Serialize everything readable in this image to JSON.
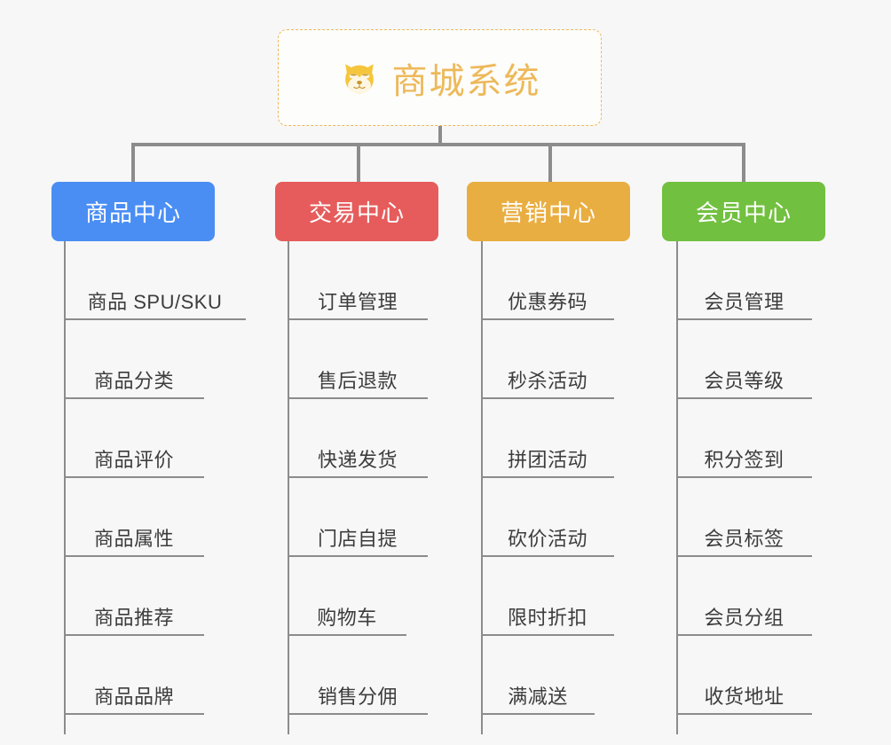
{
  "diagram": {
    "title": "商城系统",
    "root": {
      "label": "商城系统",
      "icon": "shiba-dog-face-icon",
      "border_color": "#edb95a",
      "text_color": "#edb95a",
      "background": "#fdfdfb"
    },
    "background_color": "#f7f7f7",
    "connector_color": "#8c8c8c",
    "leaf_text_color": "#3c3c3c",
    "columns": [
      {
        "id": "product-center",
        "label": "商品中心",
        "color": "#4a8ef4",
        "items": [
          "商品 SPU/SKU",
          "商品分类",
          "商品评价",
          "商品属性",
          "商品推荐",
          "商品品牌"
        ]
      },
      {
        "id": "trade-center",
        "label": "交易中心",
        "color": "#e65c5c",
        "items": [
          "订单管理",
          "售后退款",
          "快递发货",
          "门店自提",
          "购物车",
          "销售分佣"
        ]
      },
      {
        "id": "marketing-center",
        "label": "营销中心",
        "color": "#e9ae41",
        "items": [
          "优惠券码",
          "秒杀活动",
          "拼团活动",
          "砍价活动",
          "限时折扣",
          "满减送"
        ]
      },
      {
        "id": "member-center",
        "label": "会员中心",
        "color": "#72c040",
        "items": [
          "会员管理",
          "会员等级",
          "积分签到",
          "会员标签",
          "会员分组",
          "收货地址"
        ]
      }
    ]
  }
}
